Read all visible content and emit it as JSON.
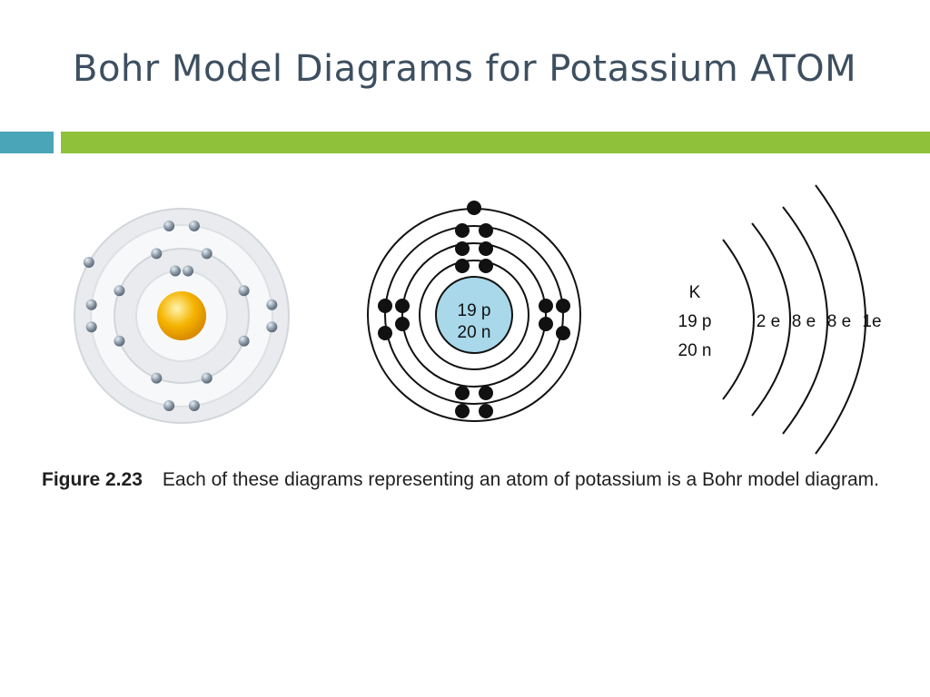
{
  "slide": {
    "title": "Bohr Model Diagrams for Potassium ATOM",
    "accent_teal": "#4aa5b8",
    "accent_green": "#8fc23a",
    "title_color": "#3d4f60"
  },
  "diagram_center": {
    "nucleus_protons": "19 p",
    "nucleus_neutrons": "20 n",
    "nucleus_color": "#a8d8ea",
    "electrons_per_shell": [
      2,
      8,
      8,
      1
    ]
  },
  "diagram_3d": {
    "nucleus_color": "#f5b400",
    "electron_color": "#8a98a6",
    "electrons_per_shell": [
      2,
      8,
      8,
      1
    ]
  },
  "diagram_arc": {
    "element_symbol": "K",
    "protons": "19 p",
    "neutrons": "20 n",
    "shell_labels": [
      "2 e",
      "8 e",
      "8 e",
      "1e"
    ]
  },
  "caption": {
    "figure_label": "Figure 2.23",
    "text": "Each of these diagrams representing an atom of potassium is a Bohr model diagram."
  }
}
